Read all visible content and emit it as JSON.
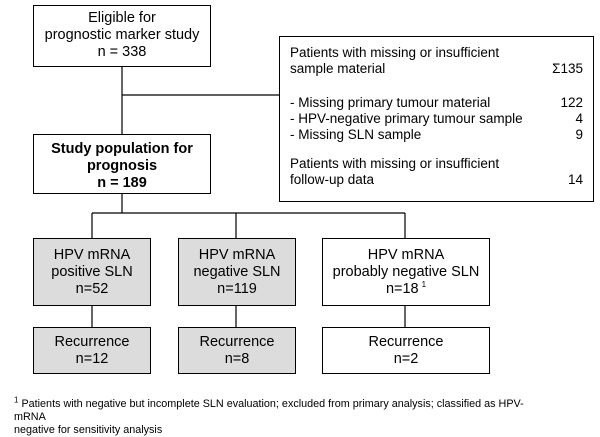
{
  "eligible": {
    "line1": "Eligible for",
    "line2": "prognostic marker study",
    "line3": "n = 338"
  },
  "exclusion": {
    "missing_sample_line1": "Patients with missing or insufficient",
    "missing_sample_line2": "sample material",
    "missing_sample_total": "Σ135",
    "items": [
      {
        "label": "- Missing primary tumour material",
        "value": "122"
      },
      {
        "label": "- HPV-negative primary tumour sample",
        "value": "4"
      },
      {
        "label": "- Missing SLN sample",
        "value": "9"
      }
    ],
    "followup_line1": "Patients with missing or insufficient",
    "followup_line2": "follow-up data",
    "followup_value": "14"
  },
  "study": {
    "line1": "Study population for",
    "line2": "prognosis",
    "line3": "n = 189"
  },
  "groups": [
    {
      "line1": "HPV mRNA",
      "line2": "positive SLN",
      "line3": "n=52",
      "shaded": true
    },
    {
      "line1": "HPV mRNA",
      "line2": "negative SLN",
      "line3": "n=119",
      "shaded": true
    },
    {
      "line1": "HPV mRNA",
      "line2": "probably negative SLN",
      "line3": "n=18",
      "sup": "1",
      "shaded": false
    }
  ],
  "recurrence": [
    {
      "label": "Recurrence",
      "value": "n=12"
    },
    {
      "label": "Recurrence",
      "value": "n=8"
    },
    {
      "label": "Recurrence",
      "value": "n=2"
    }
  ],
  "footnote": {
    "marker": "1",
    "line1": "Patients with negative but incomplete SLN evaluation; excluded from primary analysis; classified as HPV-mRNA",
    "line2": "negative for sensitivity analysis"
  }
}
